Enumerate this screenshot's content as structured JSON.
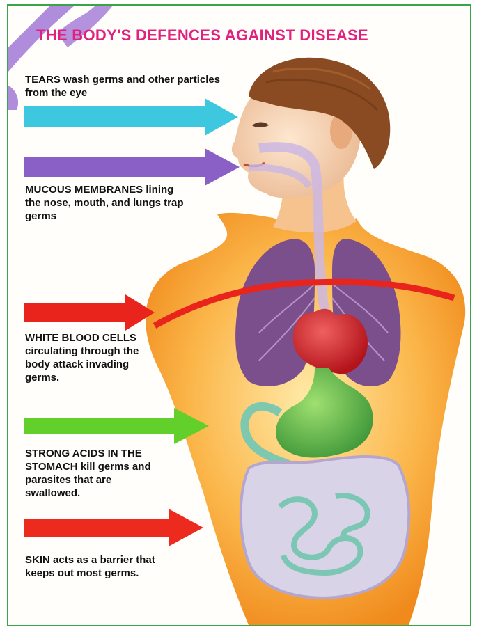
{
  "title": "THE BODY'S DEFENCES AGAINST DISEASE",
  "colors": {
    "title": "#e0217e",
    "border": "#3aa548",
    "skin": "#f59a2c",
    "hair": "#8a4a22",
    "lungs": "#7a4f8c",
    "heart": "#d21d26",
    "stomach": "#46a840",
    "intestine": "#d9d3e8",
    "watermark": "#a77fd8"
  },
  "defences": [
    {
      "id": "tears",
      "heading": "TEARS",
      "text": "wash germs and other particles from the eye",
      "arrow_color": "#3ec8e0",
      "icon": "cyan-arrow"
    },
    {
      "id": "mucous",
      "heading": "MUCOUS MEMBRANES",
      "text": "lining the nose, mouth, and lungs trap germs",
      "arrow_color": "#8a5fc6",
      "icon": "purple-arrow"
    },
    {
      "id": "white-blood",
      "heading": "WHITE BLOOD CELLS",
      "text": "circulating through the body attack invading germs.",
      "arrow_color": "#e8241c",
      "icon": "red-arrow"
    },
    {
      "id": "acids",
      "heading": "STRONG ACIDS IN THE STOMACH",
      "text": "kill germs and parasites that are swallowed.",
      "arrow_color": "#62cf2a",
      "icon": "green-arrow"
    },
    {
      "id": "skin",
      "heading": "SKIN",
      "text": "acts as a barrier that keeps out most germs.",
      "arrow_color": "#ec2a1e",
      "icon": "red-arrow"
    }
  ]
}
